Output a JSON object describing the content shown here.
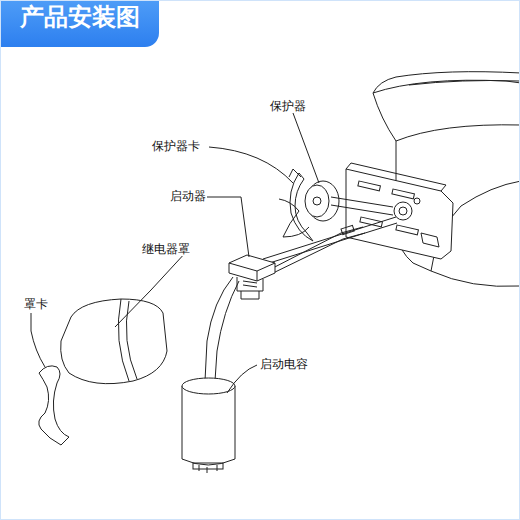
{
  "diagram": {
    "title": "产品安装图",
    "labels": [
      "保护器",
      "保护器卡",
      "启动器",
      "继电器罩",
      "罩卡",
      "启动电容"
    ]
  }
}
